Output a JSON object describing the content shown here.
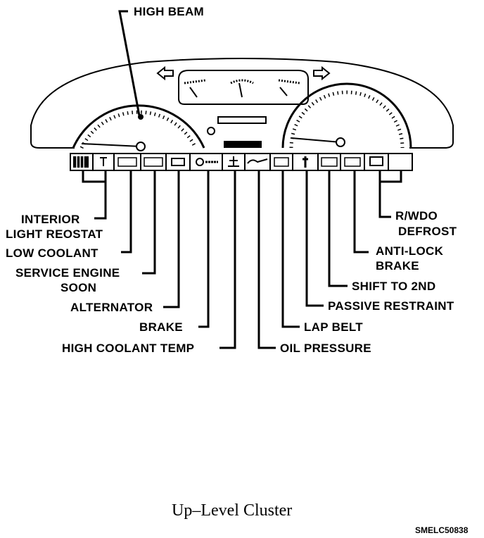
{
  "labels": {
    "high_beam": "HIGH BEAM",
    "interior_light_1": "INTERIOR",
    "interior_light_2": "LIGHT REOSTAT",
    "low_coolant": "LOW COOLANT",
    "service_engine_1": "SERVICE ENGINE",
    "service_engine_2": "SOON",
    "alternator": "ALTERNATOR",
    "brake": "BRAKE",
    "high_coolant_temp": "HIGH COOLANT TEMP",
    "rwdo_defrost_1": "R/WDO",
    "rwdo_defrost_2": "DEFROST",
    "anti_lock_1": "ANTI-LOCK",
    "anti_lock_2": "BRAKE",
    "shift_to_2nd": "SHIFT TO 2ND",
    "passive_restraint": "PASSIVE RESTRAINT",
    "lap_belt": "LAP BELT",
    "oil_pressure": "OIL PRESSURE"
  },
  "caption": "Up–Level Cluster",
  "code": "SMELC50838"
}
